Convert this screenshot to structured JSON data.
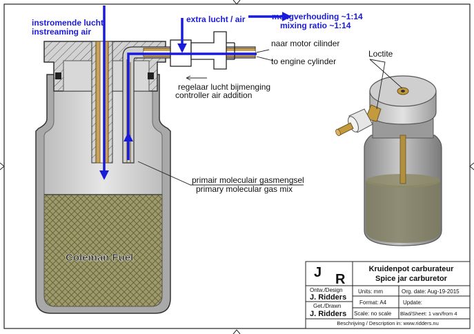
{
  "labels": {
    "inlet_air_nl": "instromende lucht",
    "inlet_air_en": "instreaming air",
    "extra_air": "extra lucht / air",
    "mixing_nl": "mengverhouding ~1:14",
    "mixing_en": "mixing ratio ~1:14",
    "to_motor_nl": "naar motor cilinder",
    "to_motor_en": "to engine cylinder",
    "regulator_nl": "regelaar lucht bijmenging",
    "regulator_en": "controller air addition",
    "gasmix_nl": "primair moleculair gasmengsel",
    "gasmix_en": "primary molecular gas mix",
    "fuel": "Coleman Fuel",
    "loctite": "Loctite"
  },
  "title_block": {
    "logo_j": "J",
    "logo_r": "R",
    "title_nl": "Kruidenpot carburateur",
    "title_en": "Spice jar carburetor",
    "design_label": "Ontw./Design",
    "design_name": "J. Ridders",
    "drawn_label": "Get./Drawn",
    "drawn_name": "J. Ridders",
    "units": "Units: mm",
    "format": "Format: A4",
    "scale": "Scale: no scale",
    "org_date": "Org. date: Aug-19-2015",
    "update": "Update:",
    "sheet": "Blad/Sheet: 1 van/from 4",
    "description": "Beschrijving / Description in: www.ridders.nu"
  },
  "colors": {
    "arrow": "#1a1adb",
    "fuel": "#9e9a6a",
    "tube_copper": "#b9904a",
    "steel": "#9a9a9a"
  }
}
